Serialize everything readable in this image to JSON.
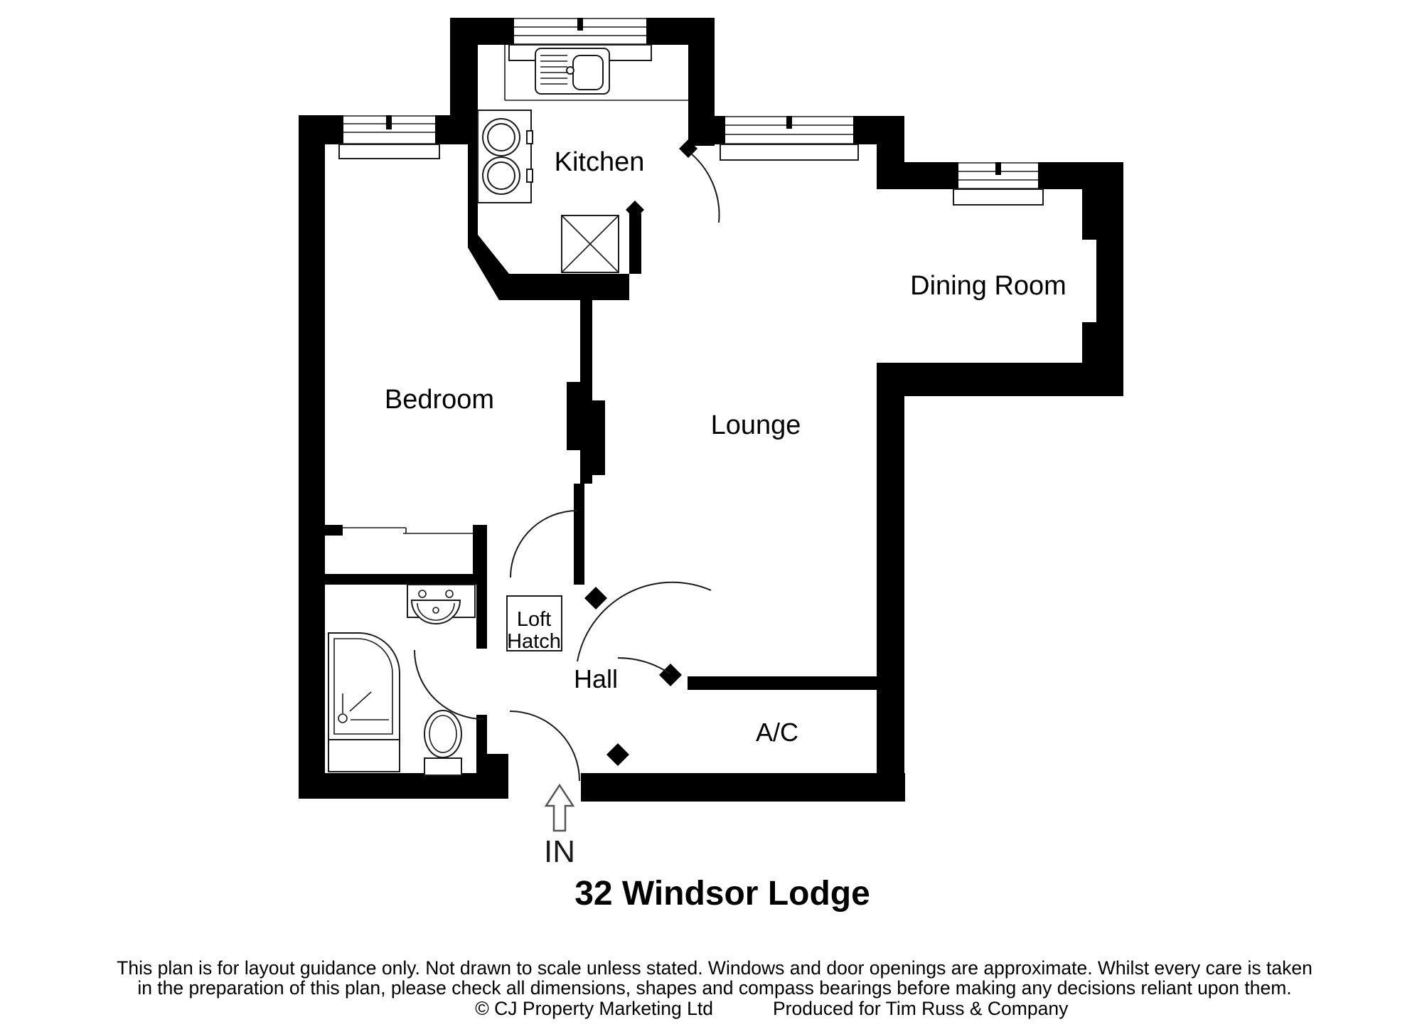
{
  "plan": {
    "title": "32 Windsor Lodge",
    "entrance_label": "IN",
    "rooms": {
      "kitchen": "Kitchen",
      "dining": "Dining Room",
      "bedroom": "Bedroom",
      "lounge": "Lounge",
      "hall": "Hall",
      "ac": "A/C",
      "loft_line1": "Loft",
      "loft_line2": "Hatch"
    },
    "footer": {
      "line1": "This plan is for layout guidance only. Not drawn to scale unless stated. Windows and door openings are approximate. Whilst every care is taken",
      "line2": "in the preparation of this plan, please check all dimensions, shapes and compass bearings before making any decisions reliant upon them.",
      "line3_copyright": "© CJ Property Marketing Ltd",
      "line3_produced": "Produced for Tim Russ & Company"
    },
    "colors": {
      "wall": "#000000",
      "background": "#ffffff",
      "line": "#1a1a1a"
    }
  }
}
